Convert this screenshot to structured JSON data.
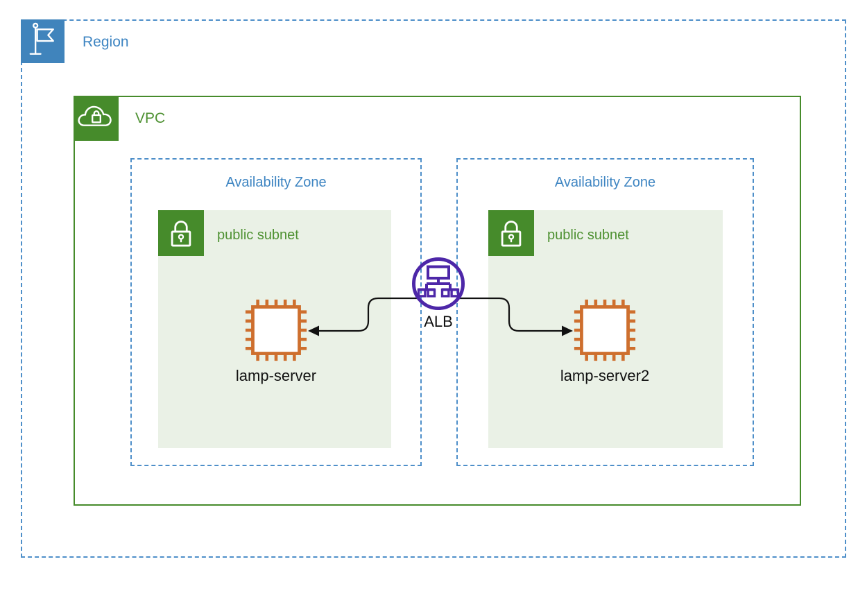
{
  "colors": {
    "region_blue": "#4084BC",
    "blue_text": "#3E85C2",
    "dashed_blue": "#4E8FC9",
    "green": "#468B2B",
    "green_text": "#4E9132",
    "subnet_bg": "#EAF1E6",
    "ec2_orange": "#CE6F2E",
    "alb_purple": "#4D27A8",
    "arrow_black": "#111111"
  },
  "region": {
    "label": "Region",
    "icon": "region-flag-icon"
  },
  "vpc": {
    "label": "VPC",
    "icon": "vpc-cloud-lock-icon"
  },
  "availability_zones": [
    {
      "label": "Availability Zone",
      "subnet": {
        "label": "public subnet",
        "icon": "padlock-icon",
        "instance": {
          "label": "lamp-server",
          "icon": "ec2-chip-icon"
        }
      }
    },
    {
      "label": "Availability Zone",
      "subnet": {
        "label": "public subnet",
        "icon": "padlock-icon",
        "instance": {
          "label": "lamp-server2",
          "icon": "ec2-chip-icon"
        }
      }
    }
  ],
  "load_balancer": {
    "label": "ALB",
    "icon": "alb-icon"
  },
  "connections": [
    {
      "from": "ALB",
      "to": "lamp-server"
    },
    {
      "from": "ALB",
      "to": "lamp-server2"
    }
  ]
}
